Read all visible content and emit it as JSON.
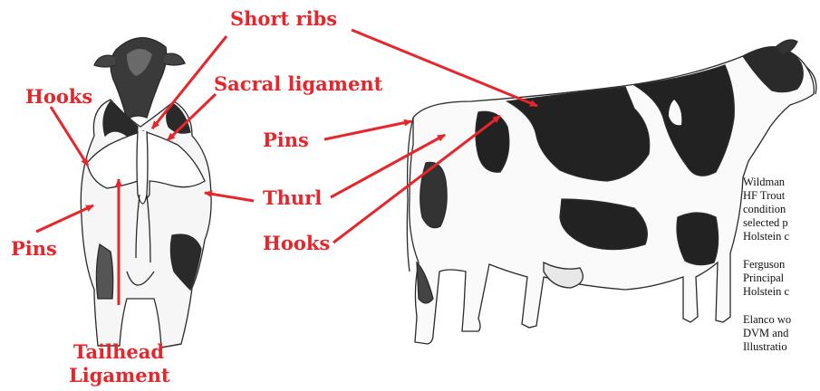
{
  "colors": {
    "label": "#e8252a",
    "arrow": "#e8252a",
    "cow_ink": "#2a2a2a",
    "cow_black_patch": "#222222"
  },
  "labels": {
    "short_ribs": "Short ribs",
    "sacral_ligament": "Sacral ligament",
    "hooks_rear": "Hooks",
    "pins_side": "Pins",
    "thurl": "Thurl",
    "hooks_side": "Hooks",
    "pins_rear": "Pins",
    "tailhead_line1": "Tailhead",
    "tailhead_line2": "Ligament"
  },
  "notes": [
    {
      "lines": [
        "Wildman",
        "HF Trout",
        "condition",
        "selected p",
        "Holstein c"
      ]
    },
    {
      "lines": [
        "Ferguson",
        "Principal",
        "Holstein c"
      ]
    },
    {
      "lines": [
        "Elanco wo",
        "DVM and",
        "Illustratio"
      ]
    }
  ]
}
